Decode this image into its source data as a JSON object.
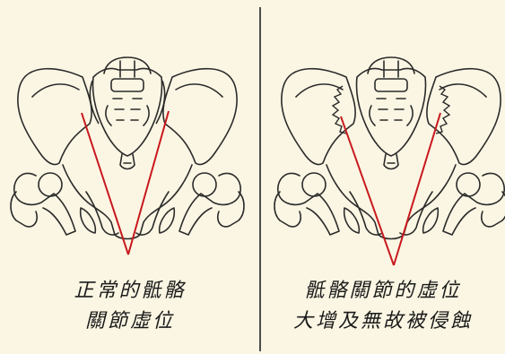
{
  "panels": [
    {
      "id": "left",
      "caption_lines": [
        "正常的骶骼",
        "關節虛位"
      ],
      "joint_condition": "normal"
    },
    {
      "id": "right",
      "caption_lines": [
        "骶骼關節的虛位",
        "大增及無故被侵蝕"
      ],
      "joint_condition": "eroded"
    }
  ],
  "colors": {
    "background": "#fbf6e3",
    "outline": "#2b2b2b",
    "indicator_line": "#c8191e",
    "divider": "#222222"
  }
}
